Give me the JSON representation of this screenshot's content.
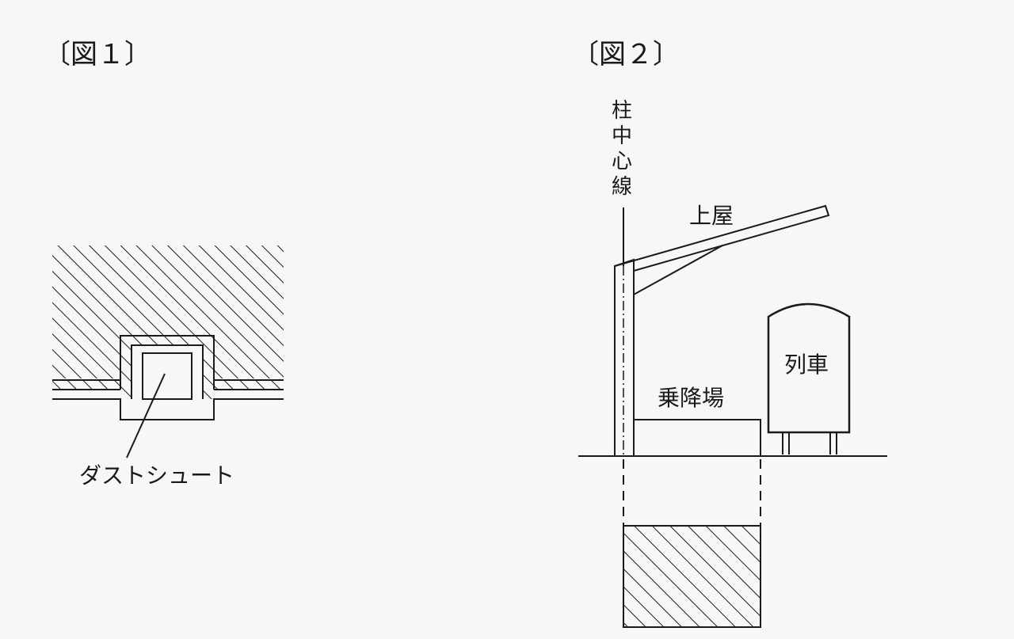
{
  "figure1": {
    "title": "〔図１〕",
    "label": "ダストシュート"
  },
  "figure2": {
    "title": "〔図２〕",
    "column_center_line": [
      "柱",
      "中",
      "心",
      "線"
    ],
    "roof_label": "上屋",
    "platform_label": "乗降場",
    "train_label": "列車"
  }
}
